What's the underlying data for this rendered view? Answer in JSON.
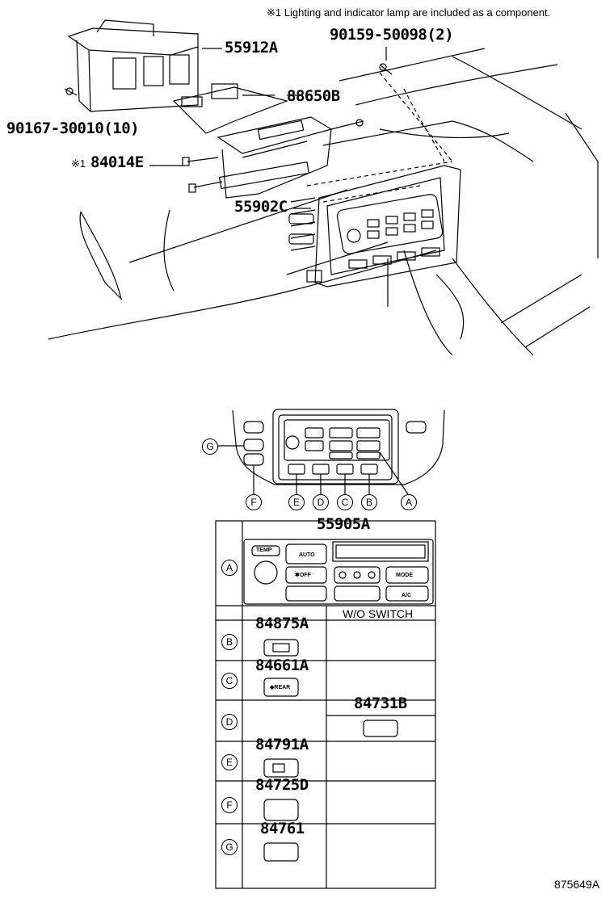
{
  "note": "※1 Lighting and indicator lamp are included as a component.",
  "parts": {
    "p55912A": "55912A",
    "p90159": "90159-50098(2)",
    "p88650B": "88650B",
    "p90167": "90167-30010(10)",
    "p84014E_mark": "※1",
    "p84014E": "84014E",
    "p55902C": "55902C"
  },
  "callouts": [
    "G",
    "F",
    "E",
    "D",
    "C",
    "B",
    "A"
  ],
  "table": {
    "title": "55905A",
    "wo_switch": "W/O SWITCH",
    "rows": [
      {
        "letter": "A"
      },
      {
        "letter": "B",
        "part": "84875A"
      },
      {
        "letter": "C",
        "part": "84661A"
      },
      {
        "letter": "D",
        "alt_part": "84731B"
      },
      {
        "letter": "E",
        "part": "84791A"
      },
      {
        "letter": "F",
        "part": "84725D"
      },
      {
        "letter": "G",
        "part": "84761"
      }
    ],
    "panel_labels": {
      "temp": "TEMP",
      "auto": "AUTO",
      "off": "✱OFF",
      "mode": "MODE",
      "ac": "A/C",
      "rear": "◆REAR"
    }
  },
  "footer": "875649A"
}
